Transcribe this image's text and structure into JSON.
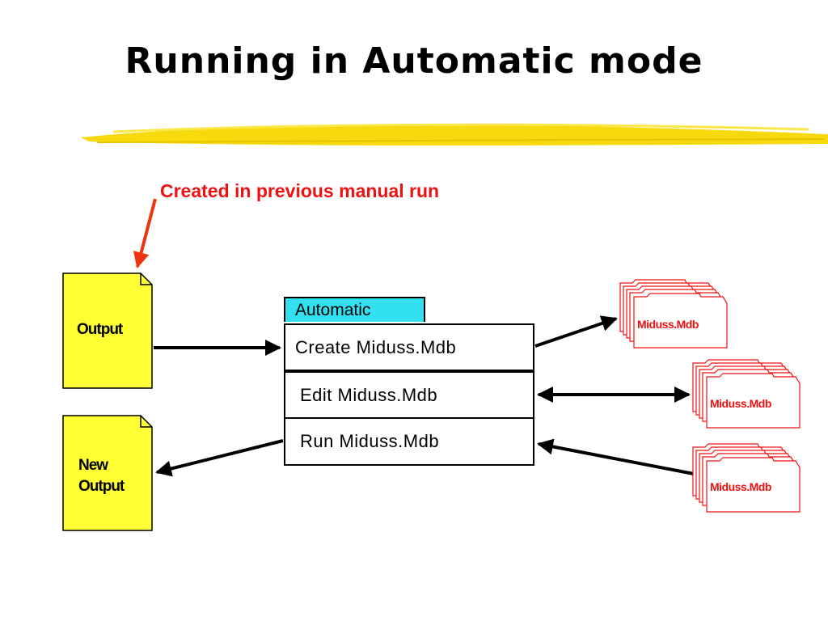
{
  "title": "Running in Automatic mode",
  "annotation": "Created in previous manual run",
  "documents": {
    "output": "Output",
    "new_output_line1": "New",
    "new_output_line2": "Output"
  },
  "panel": {
    "tab": "Automatic",
    "steps": [
      "Create Miduss.Mdb",
      "Edit Miduss.Mdb",
      "Run Miduss.Mdb"
    ]
  },
  "database_files": [
    "Miduss.Mdb",
    "Miduss.Mdb",
    "Miduss.Mdb"
  ],
  "colors": {
    "document_fill": "#ffff33",
    "tab_fill": "#33e0f0",
    "annotation": "#ee1111",
    "file_stack_stroke": "#ee1111",
    "brush_stroke": "#f5d800"
  }
}
